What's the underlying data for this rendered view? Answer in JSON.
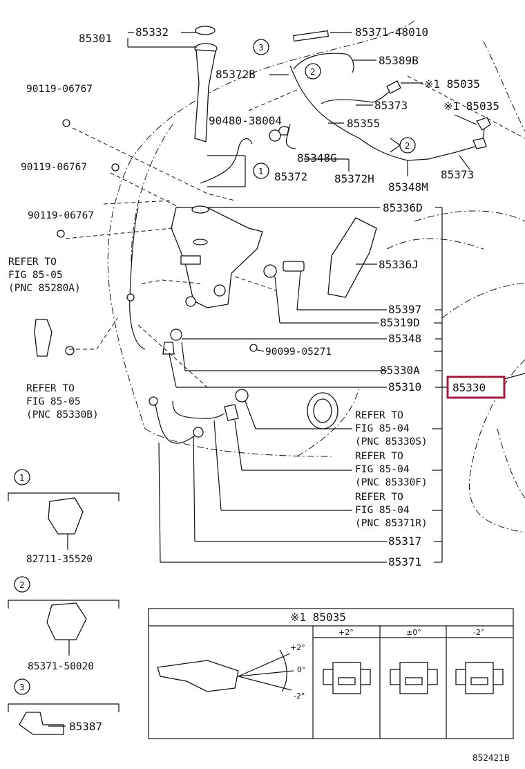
{
  "labels": {
    "p85301": "85301",
    "p85332": "85332",
    "p85371_48010": "85371-48010",
    "p85372B": "85372B",
    "p85389B": "85389B",
    "p85035a": "※1 85035",
    "p85373a": "85373",
    "p85035b": "※1 85035",
    "p90119_a": "90119-06767",
    "p90480": "90480-38004",
    "p85355": "85355",
    "p85348G": "85348G",
    "p90119_b": "90119-06767",
    "p85372": "85372",
    "p85372H": "85372H",
    "p85348M": "85348M",
    "p85373b": "85373",
    "p85336D": "85336D",
    "p90119_c": "90119-06767",
    "p85336J": "85336J",
    "p85397": "85397",
    "p85319D": "85319D",
    "p85348": "85348",
    "p90099": "90099-05271",
    "p85330A": "85330A",
    "p85310": "85310",
    "p85330": "85330",
    "p85317": "85317",
    "p85371": "85371",
    "p82711": "82711-35520",
    "p85371_50020": "85371-50020",
    "p85387": "85387"
  },
  "refs": {
    "r1": [
      "REFER TO",
      "FIG 85-05",
      "(PNC 85280A)"
    ],
    "r2": [
      "REFER TO",
      "FIG 85-05",
      "(PNC 85330B)"
    ],
    "r3": [
      "REFER TO",
      "FIG 85-04",
      "(PNC 85330S)"
    ],
    "r4": [
      "REFER TO",
      "FIG 85-04",
      "(PNC 85330F)"
    ],
    "r5": [
      "REFER TO",
      "FIG 85-04",
      "(PNC 85371R)"
    ]
  },
  "callouts": [
    "1",
    "2",
    "3"
  ],
  "table": {
    "title": "※1 85035",
    "columns": [
      "+2°",
      "±0°",
      "-2°"
    ],
    "angles": [
      "+2°",
      "0°",
      "-2°"
    ]
  },
  "figure_code": "852421B",
  "highlight_color": "#a01c3c"
}
